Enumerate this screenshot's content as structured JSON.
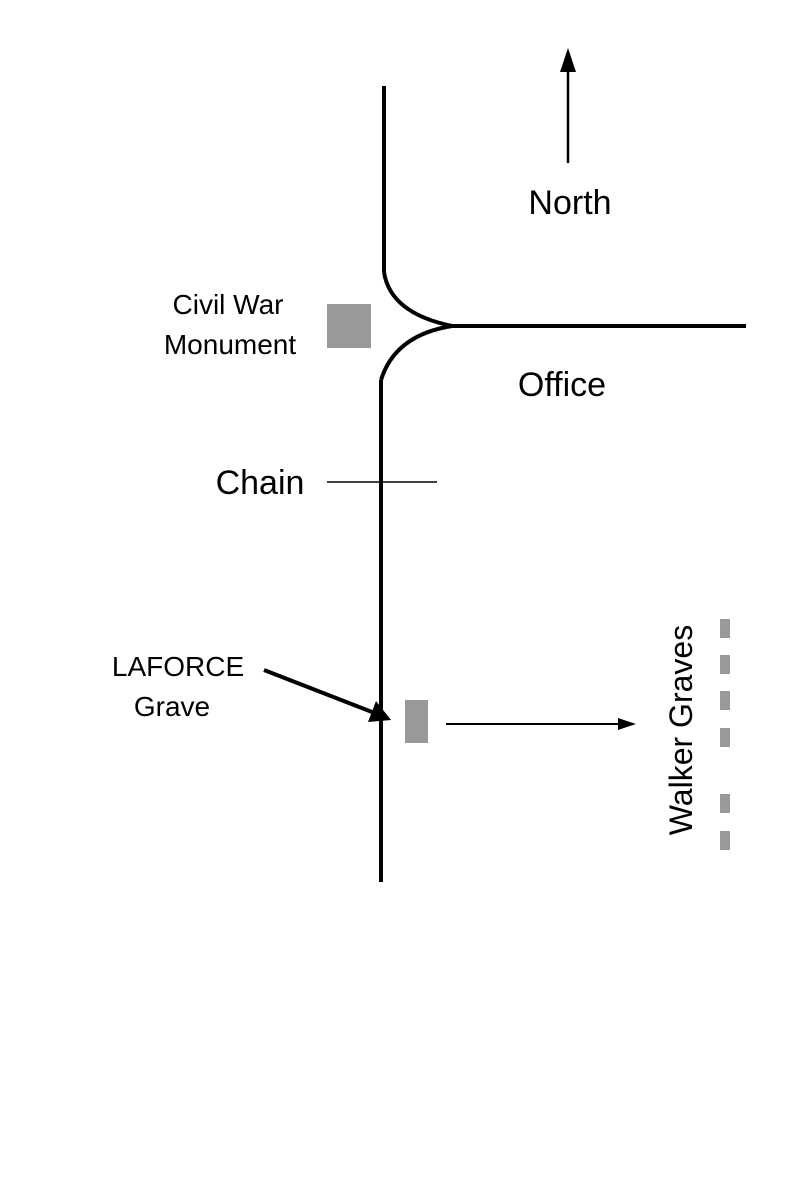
{
  "labels": {
    "north": "North",
    "monument_line1": "Civil War",
    "monument_line2": "Monument",
    "office": "Office",
    "chain": "Chain",
    "grave_line1": "LAFORCE",
    "grave_line2": "Grave",
    "walker": "Walker Graves"
  },
  "colors": {
    "road": "#000000",
    "marker": "#999999",
    "background": "#ffffff"
  },
  "icons": {
    "north": "north-arrow-icon"
  }
}
